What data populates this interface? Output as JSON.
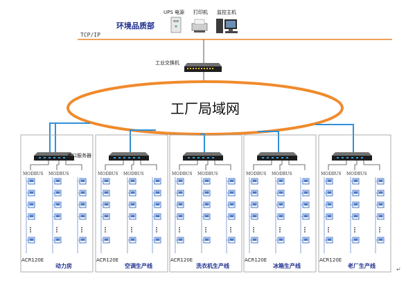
{
  "header": {
    "department_label": "环境品质部",
    "network_protocol": "TCP/IP",
    "devices": [
      {
        "label": "UPS 电源",
        "icon": "ups-icon"
      },
      {
        "label": "打印机",
        "icon": "printer-icon"
      },
      {
        "label": "监控主机",
        "icon": "computer-icon"
      }
    ]
  },
  "core": {
    "switch_label": "工业交换机",
    "lan_label": "工厂局域网",
    "lan_color": "#f08a2c"
  },
  "serial_server_label": "串口服务器",
  "units": [
    {
      "name": "动力房",
      "meter_model": "ACR120E",
      "bus_left": "MODBUS",
      "bus_right": "MODBUS"
    },
    {
      "name": "空调生产线",
      "meter_model": "ACR120E",
      "bus_left": "MODBUS",
      "bus_right": "MODBUS"
    },
    {
      "name": "洗衣机生产线",
      "meter_model": "ACR120E",
      "bus_left": "MODBUS",
      "bus_right": "MODBUS"
    },
    {
      "name": "冰箱生产线",
      "meter_model": "ACR120E",
      "bus_left": "MODBUS",
      "bus_right": "MODBUS"
    },
    {
      "name": "老厂生产线",
      "meter_model": "ACR120E",
      "bus_left": "MODBUS",
      "bus_right": "MODBUS"
    }
  ],
  "colors": {
    "network_line": "#f2a25a",
    "link_blue": "#2f8fd8",
    "meter_blue": "#4b79c8",
    "bus_line": "#6a8fd0"
  }
}
